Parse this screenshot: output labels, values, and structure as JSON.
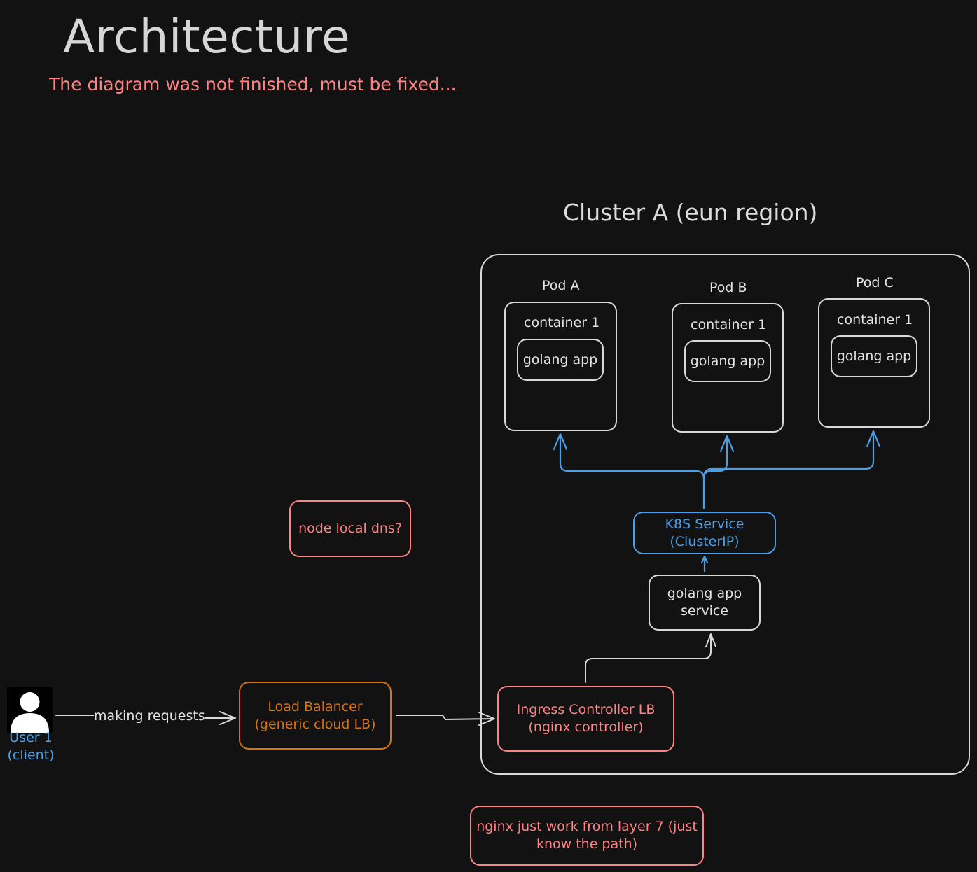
{
  "header": {
    "title": "Architecture",
    "note": "The diagram was not finished, must be fixed..."
  },
  "cluster": {
    "title": "Cluster A (eun region)"
  },
  "pods": [
    {
      "name": "Pod A",
      "container": "container 1",
      "app": "golang app"
    },
    {
      "name": "Pod B",
      "container": "container 1",
      "app": "golang app"
    },
    {
      "name": "Pod C",
      "container": "container 1",
      "app": "golang app"
    }
  ],
  "k8s_service": {
    "line1": "K8S Service",
    "line2": "(ClusterIP)"
  },
  "golang_service": {
    "line1": "golang app",
    "line2": "service"
  },
  "ingress": {
    "line1": "Ingress Controller LB",
    "line2": "(nginx controller)"
  },
  "load_balancer": {
    "line1": "Load Balancer",
    "line2": "(generic cloud LB)"
  },
  "user": {
    "line1": "User 1",
    "line2": "(client)",
    "icon": "user-silhouette-icon"
  },
  "edge_label": "making requests",
  "notes": {
    "dns": "node local dns?",
    "nginx_line1": "nginx just work from layer 7 (just",
    "nginx_line2": "know the path)"
  },
  "colors": {
    "background": "#121212",
    "stroke": "#d8d8d8",
    "blue": "#4a9fe8",
    "red": "#ff8383",
    "orange": "#d9720f"
  }
}
